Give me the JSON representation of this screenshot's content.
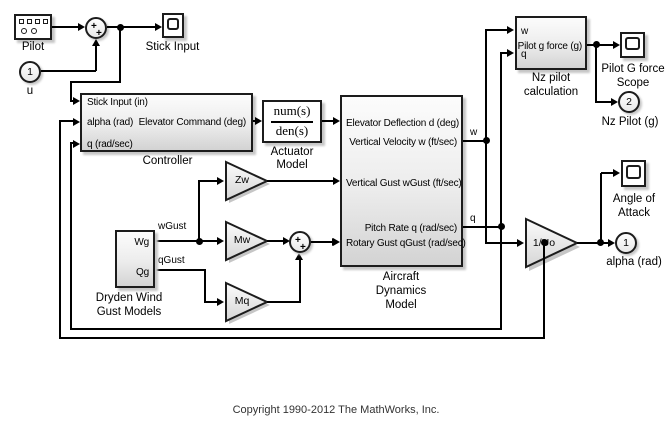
{
  "copyright": "Copyright 1990-2012 The MathWorks, Inc.",
  "colors": {
    "line": "#000000",
    "block_fill_top": "#fcfcfc",
    "block_fill_bottom": "#d3d3d3",
    "shadow": "#c6c6c6"
  },
  "pilot": {
    "label": "Pilot"
  },
  "sum1": {
    "plus_a": "+",
    "plus_b": "+"
  },
  "stick_scope": {
    "label": "Stick Input"
  },
  "u_const": {
    "value": "1",
    "label": "u"
  },
  "controller": {
    "label": "Controller",
    "in_stick": "Stick Input (in)",
    "in_alpha": "alpha (rad)",
    "in_q": "q (rad/sec)",
    "out_elev": "Elevator Command (deg)"
  },
  "actuator": {
    "num": "num(s)",
    "den": "den(s)",
    "label": [
      "Actuator",
      "Model"
    ]
  },
  "aircraft": {
    "in_elev": "Elevator Deflection d (deg)",
    "out_w": "Vertical Velocity w (ft/sec)",
    "in_wgust": "Vertical Gust wGust (ft/sec)",
    "out_q": "Pitch Rate q (rad/sec)",
    "in_qgust": "Rotary Gust qGust (rad/sec)",
    "label": [
      "Aircraft",
      "Dynamics",
      "Model"
    ],
    "sig_w": "w",
    "sig_q": "q"
  },
  "gains": {
    "zw": "Zw",
    "mw": "Mw",
    "mq": "Mq",
    "uo": "1/Uo"
  },
  "sum2": {
    "plus_a": "+",
    "plus_b": "+"
  },
  "dryden": {
    "out_wg": "Wg",
    "out_qg": "Qg",
    "label": [
      "Dryden Wind",
      "Gust Models"
    ],
    "sig_wgust": "wGust",
    "sig_qgust": "qGust"
  },
  "nz_calc": {
    "in_w": "w",
    "in_q": "q",
    "out": "Pilot g force (g)",
    "label": [
      "Nz pilot",
      "calculation"
    ]
  },
  "gforce_scope": {
    "label": [
      "Pilot G force",
      "Scope"
    ]
  },
  "nz_port": {
    "value": "2",
    "label": "Nz Pilot (g)"
  },
  "aoa_scope": {
    "label": [
      "Angle of",
      "Attack"
    ]
  },
  "alpha_port": {
    "value": "1",
    "label": "alpha (rad)"
  }
}
